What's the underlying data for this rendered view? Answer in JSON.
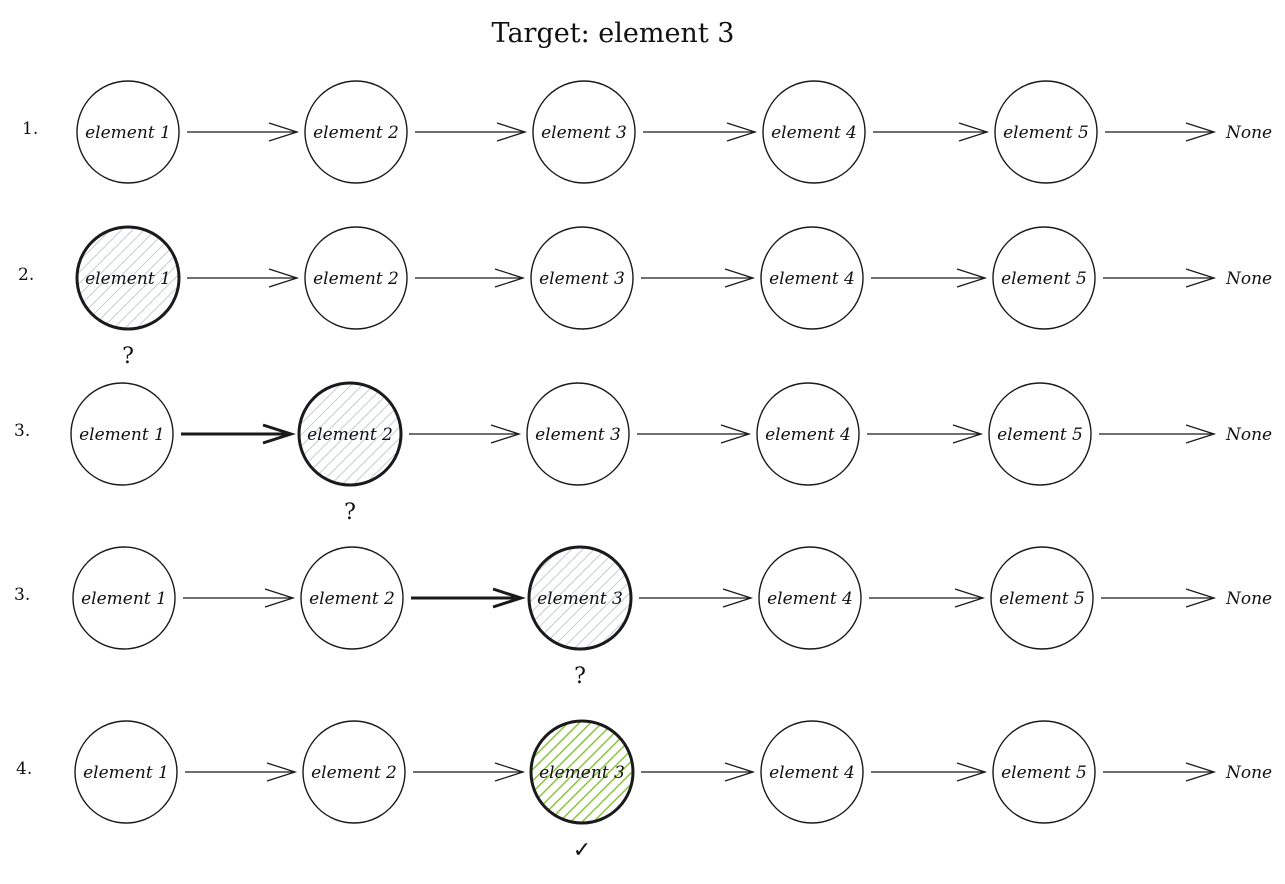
{
  "title": "Target: element 3",
  "end_label": "None",
  "rows": [
    {
      "label": "1.",
      "nodes": [
        "element 1",
        "element 2",
        "element 3",
        "element 4",
        "element 5"
      ],
      "active": -1,
      "found": false,
      "mark": ""
    },
    {
      "label": "2.",
      "nodes": [
        "element 1",
        "element 2",
        "element 3",
        "element 4",
        "element 5"
      ],
      "active": 0,
      "found": false,
      "mark": "?"
    },
    {
      "label": "3.",
      "nodes": [
        "element 1",
        "element 2",
        "element 3",
        "element 4",
        "element 5"
      ],
      "active": 1,
      "found": false,
      "mark": "?"
    },
    {
      "label": "3.",
      "nodes": [
        "element 1",
        "element 2",
        "element 3",
        "element 4",
        "element 5"
      ],
      "active": 2,
      "found": false,
      "mark": "?"
    },
    {
      "label": "4.",
      "nodes": [
        "element 1",
        "element 2",
        "element 3",
        "element 4",
        "element 5"
      ],
      "active": 2,
      "found": true,
      "mark": "✓"
    }
  ],
  "colors": {
    "stroke": "#1a1a1a",
    "visited_hatch": "#c5ccd6",
    "found_hatch": "#8cc63f"
  }
}
